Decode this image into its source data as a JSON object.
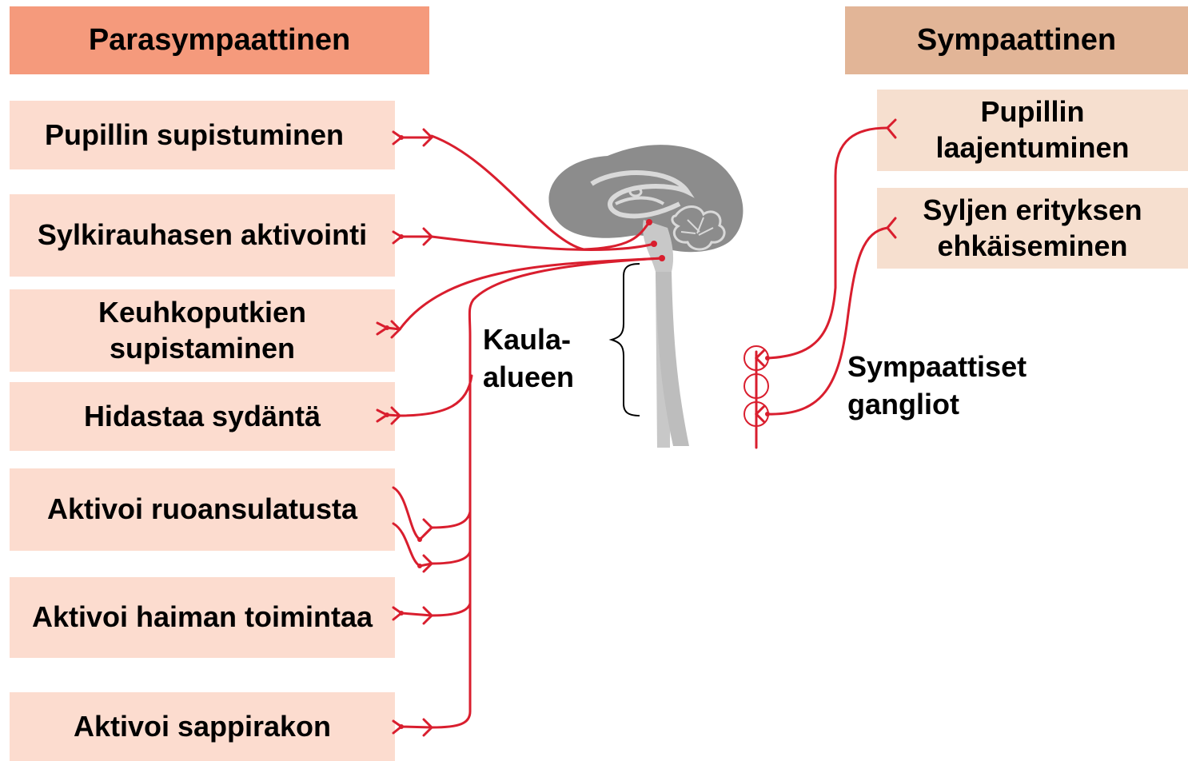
{
  "headers": {
    "parasympathetic": "Parasympaattinen",
    "sympathetic": "Sympaattinen"
  },
  "parasympathetic_items": [
    {
      "label": "Pupillin supistuminen"
    },
    {
      "label": "Sylkirauhasen aktivointi"
    },
    {
      "label": "Keuhkoputkien supistaminen"
    },
    {
      "label": "Hidastaa sydäntä"
    },
    {
      "label": "Aktivoi ruoansulatusta"
    },
    {
      "label": "Aktivoi haiman toimintaa"
    },
    {
      "label": "Aktivoi sappirakon"
    }
  ],
  "sympathetic_items": [
    {
      "label": "Pupillin laajentuminen"
    },
    {
      "label": "Syljen erityksen ehkäiseminen"
    }
  ],
  "labels": {
    "neck_region": "Kaula-alueen",
    "sympathetic_ganglia": "Sympaattiset gangliot"
  },
  "colors": {
    "nerve": "#d91e2e",
    "para_header": "#f59a7c",
    "symp_header": "#e2b597",
    "item_bg": "#fcdccf",
    "brain": "#8c8c8c",
    "spinal_cord": "#c8c8c8"
  }
}
